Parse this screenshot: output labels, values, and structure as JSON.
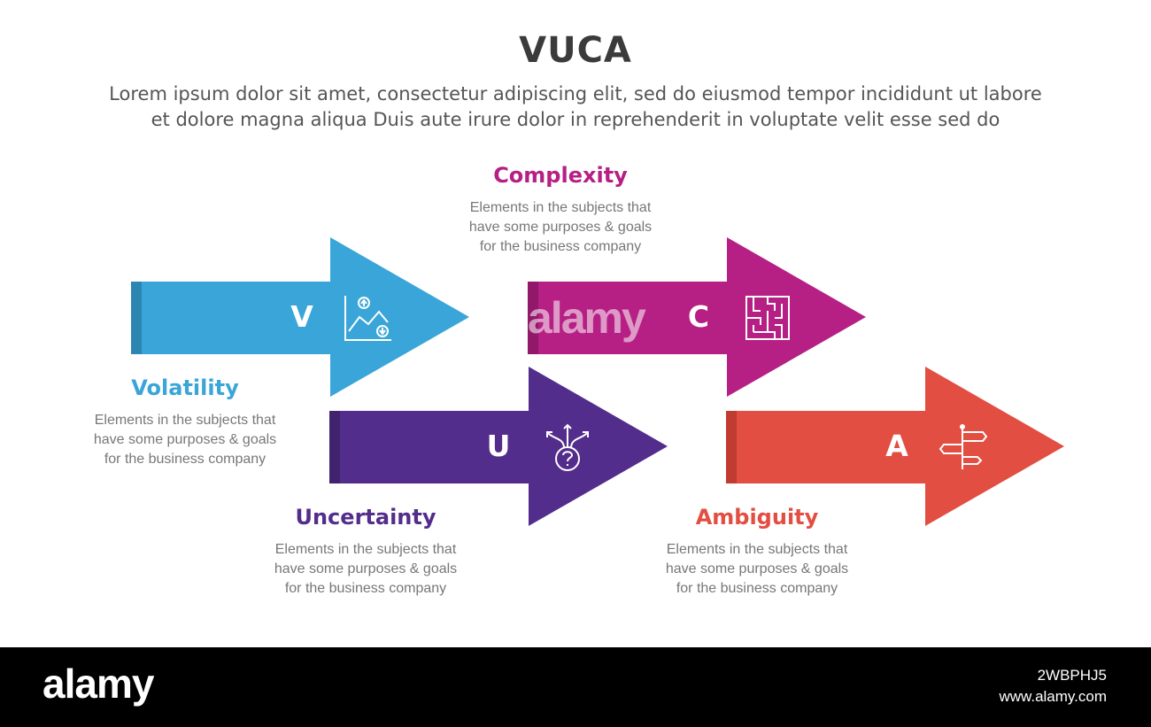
{
  "title": "VUCA",
  "subtitle_line1": "Lorem ipsum dolor sit amet, consectetur adipiscing elit, sed do eiusmod tempor incididunt ut labore",
  "subtitle_line2": "et dolore magna aliqua Duis aute irure dolor in reprehenderit in voluptate velit esse sed do",
  "items": [
    {
      "letter": "V",
      "heading": "Volatility",
      "desc_line1": "Elements in the subjects that",
      "desc_line2": "have  some purposes & goals",
      "desc_line3": "for the  business company",
      "color": "#3aa5d8",
      "color_dark": "#2d86b1",
      "icon": "chart-up-down-icon"
    },
    {
      "letter": "U",
      "heading": "Uncertainty",
      "desc_line1": "Elements in the subjects that",
      "desc_line2": "have  some purposes & goals",
      "desc_line3": "for the  business company",
      "color": "#532d8c",
      "color_dark": "#41226f",
      "icon": "question-arrows-icon"
    },
    {
      "letter": "C",
      "heading": "Complexity",
      "desc_line1": "Elements in the subjects that",
      "desc_line2": "have  some purposes & goals",
      "desc_line3": "for the  business company",
      "color": "#b61f84",
      "color_dark": "#921869",
      "icon": "maze-icon"
    },
    {
      "letter": "A",
      "heading": "Ambiguity",
      "desc_line1": "Elements in the subjects that",
      "desc_line2": "have  some purposes & goals",
      "desc_line3": "for the  business company",
      "color": "#e24e42",
      "color_dark": "#c03b30",
      "icon": "signpost-icon"
    }
  ],
  "footer": {
    "brand": "alamy",
    "image_id": "2WBPHJ5",
    "site": "www.alamy.com"
  },
  "watermark": "alamy"
}
